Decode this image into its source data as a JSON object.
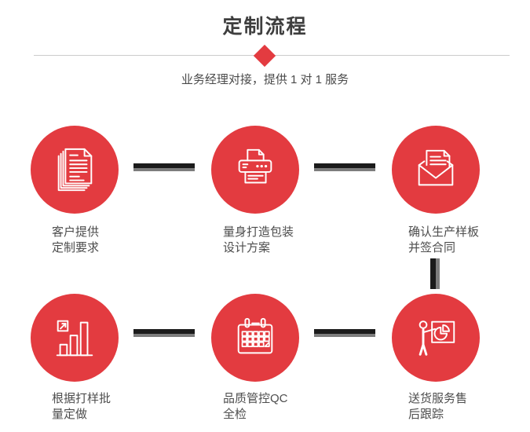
{
  "header": {
    "title": "定制流程",
    "subtitle": "业务经理对接，提供 1 对 1 服务"
  },
  "colors": {
    "accent_red": "#e33b40",
    "title_gray": "#3e3e3e",
    "label_gray": "#4d4d4d",
    "connector_black": "#1b1b1b",
    "connector_gray": "#7d7d7d",
    "divider_gray": "#cccccc",
    "icon_stroke": "#ffffff"
  },
  "steps": [
    {
      "icon": "documents-icon",
      "label_line1": "客户提供",
      "label_line2": "定制要求"
    },
    {
      "icon": "printer-icon",
      "label_line1": "量身打造包装",
      "label_line2": "设计方案"
    },
    {
      "icon": "envelope-icon",
      "label_line1": "确认生产样板",
      "label_line2": "并签合同"
    },
    {
      "icon": "bar-chart-icon",
      "label_line1": "根据打样批",
      "label_line2": "量定做"
    },
    {
      "icon": "calendar-icon",
      "label_line1": "品质管控QC",
      "label_line2": "全检"
    },
    {
      "icon": "presentation-icon",
      "label_line1": "送货服务售",
      "label_line2": "后跟踪"
    }
  ]
}
